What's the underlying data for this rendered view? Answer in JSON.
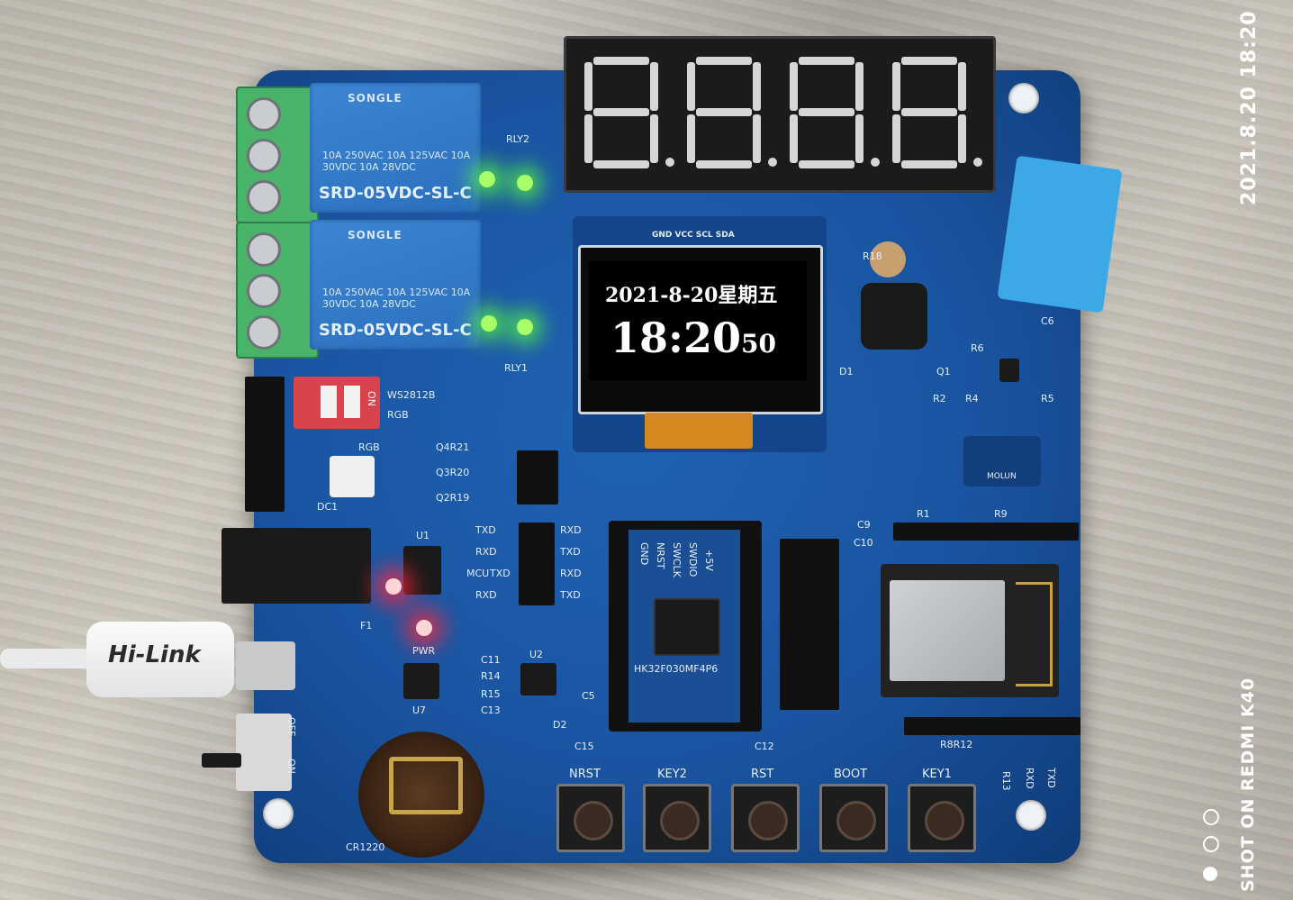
{
  "oled": {
    "date": "2021-8-20星期五",
    "time": "18:20",
    "seconds": "50"
  },
  "relay_top": {
    "brand": "SONGLE",
    "spec": "10A 250VAC 10A 125VAC 10A 30VDC 10A 28VDC",
    "model": "SRD-05VDC-SL-C"
  },
  "relay_bottom": {
    "brand": "SONGLE",
    "spec": "10A 250VAC 10A 125VAC 10A 30VDC 10A 28VDC",
    "model": "SRD-05VDC-SL-C"
  },
  "labels": {
    "rly2": "RLY2",
    "rly1": "RLY1",
    "oled_pins": "GND VCC SCL SDA",
    "ws": "WS2812B",
    "rgb": "RGB",
    "on": "ON",
    "dc1": "DC1",
    "u1": "U1",
    "u2": "U2",
    "u7": "U7",
    "f1": "F1",
    "pwr": "PWR",
    "q1": "Q1",
    "d1": "D1",
    "r2": "R2",
    "r4": "R4",
    "r5": "R5",
    "r6": "R6",
    "c6": "C6",
    "r18": "R18",
    "r21": "Q4R21",
    "r20": "Q3R20",
    "r19": "Q2R19",
    "mcu_labels": [
      "TXD",
      "RXD",
      "TXD",
      "RXD"
    ],
    "mcu_right": [
      "RXD",
      "TXD",
      "RXD",
      "TXD"
    ],
    "mcu_prefix": "MCU",
    "mcu_name": "HK32F030MF4P6",
    "mcu_pins_left": [
      "SWDIO",
      "SWCLK",
      "NRST",
      "GND"
    ],
    "plus5": "+5V",
    "r1_row": "R1",
    "r9": "R9",
    "c9": "C9",
    "c10": "C10",
    "c11": "C11",
    "r14": "R14",
    "r15": "R15",
    "c13": "C13",
    "c5": "C5",
    "d2": "D2",
    "r8r12": "R8R12",
    "r13": "R13",
    "rxd": "RXD",
    "txd": "TXD",
    "cr": "CR1220",
    "off": "OFF",
    "on2": "ON",
    "c15": "C15",
    "c12": "C12",
    "molun": "MOLUN",
    "buttons": [
      "NRST",
      "KEY2",
      "RST",
      "BOOT",
      "KEY1"
    ]
  },
  "cable_brand": "Hi-Link",
  "watermark": {
    "datetime": "2021.8.20 18:20",
    "device": "SHOT ON REDMI K40"
  }
}
